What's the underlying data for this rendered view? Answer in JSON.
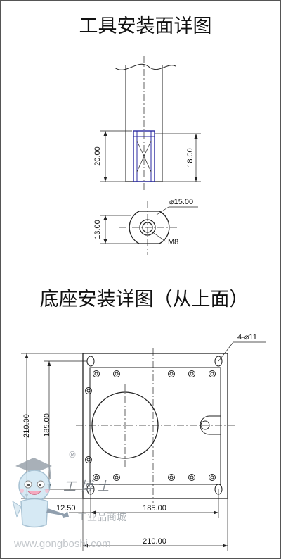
{
  "titles": {
    "tool": "工具安装面详图",
    "base": "底座安装详图（从上面）"
  },
  "tool_dims": {
    "left_height": "20.00",
    "right_height": "18.00",
    "diameter": "⌀15.00",
    "thread": "M8",
    "flange_height": "13.00"
  },
  "base_dims": {
    "holes": "4-⌀11",
    "outer_height": "210.00",
    "inner_height": "185.00",
    "inner_width": "185.00",
    "edge_offset": "12.50",
    "outer_width": "210.00"
  },
  "watermark": {
    "registered": "®",
    "brand": "工博士",
    "tagline": "工业品商城",
    "url": "www.gongboshi.com"
  }
}
